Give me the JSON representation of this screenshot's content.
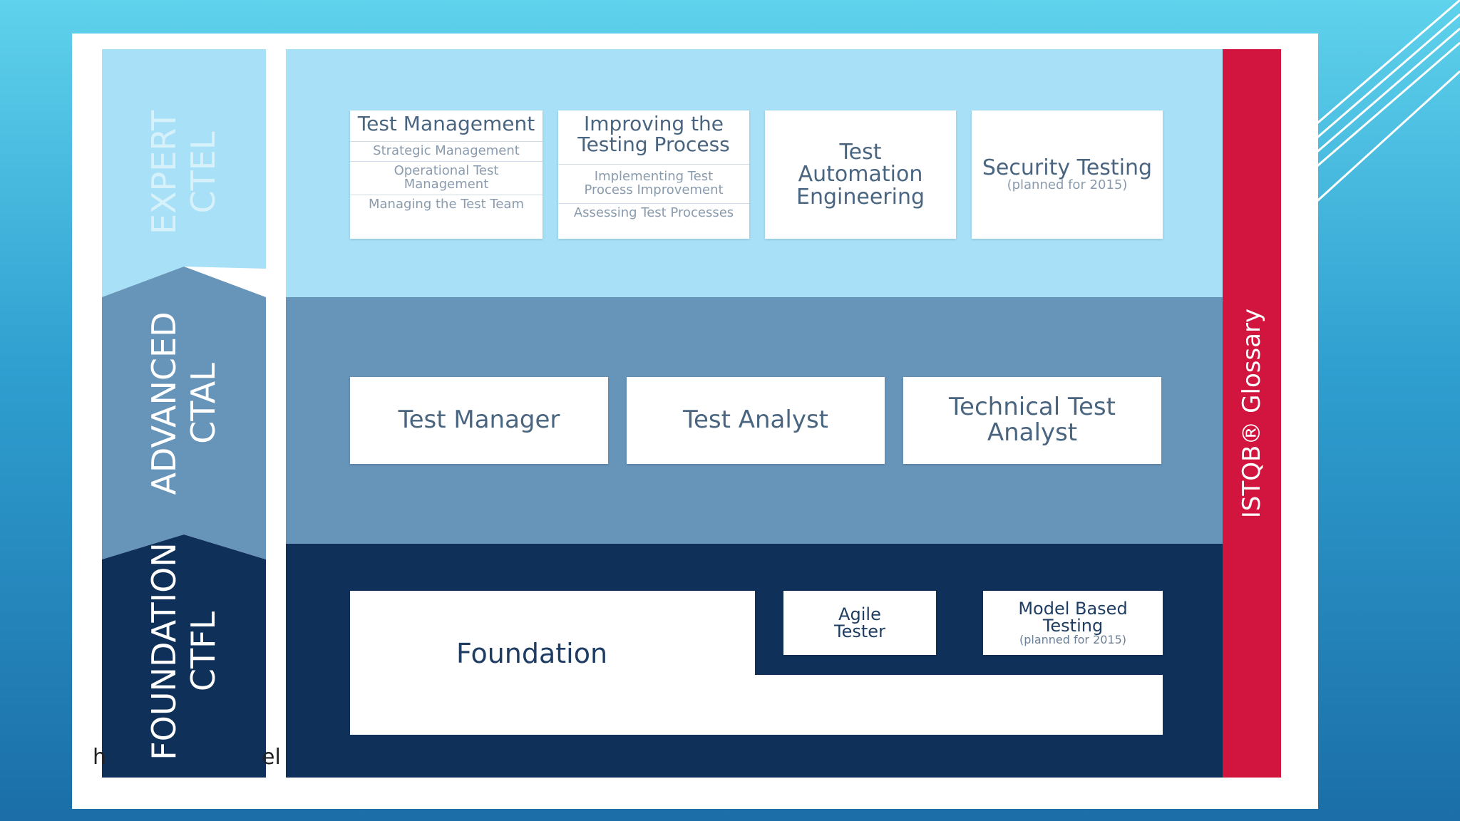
{
  "levels": {
    "expert": {
      "line1": "EXPERT",
      "line2": "CTEL"
    },
    "advanced": {
      "line1": "ADVANCED",
      "line2": "CTAL"
    },
    "foundation": {
      "line1": "FOUNDATION",
      "line2": "CTFL"
    }
  },
  "expert_modules": {
    "test_management": {
      "title": "Test Management",
      "items": [
        "Strategic Management",
        "Operational Test Management",
        "Managing the Test Team"
      ]
    },
    "improving": {
      "title": "Improving the Testing Process",
      "items": [
        "Implementing Test Process Improvement",
        "Assessing Test Processes"
      ]
    },
    "automation": {
      "title": "Test Automation Engineering"
    },
    "security": {
      "title": "Security Testing",
      "note": "(planned for 2015)"
    }
  },
  "advanced_modules": [
    "Test Manager",
    "Test Analyst",
    "Technical Test Analyst"
  ],
  "foundation_modules": {
    "main": "Foundation",
    "agile": "Agile Tester",
    "model_based": {
      "title": "Model Based Testing",
      "note": "(planned for 2015)"
    }
  },
  "glossary": "ISTQB® Glossary",
  "caption": {
    "left": "h",
    "right": "el"
  },
  "colors": {
    "expert_bg": "#a8e0f7",
    "advanced_bg": "#6794b9",
    "foundation_bg": "#0f3159",
    "glossary_bg": "#d2153f"
  }
}
